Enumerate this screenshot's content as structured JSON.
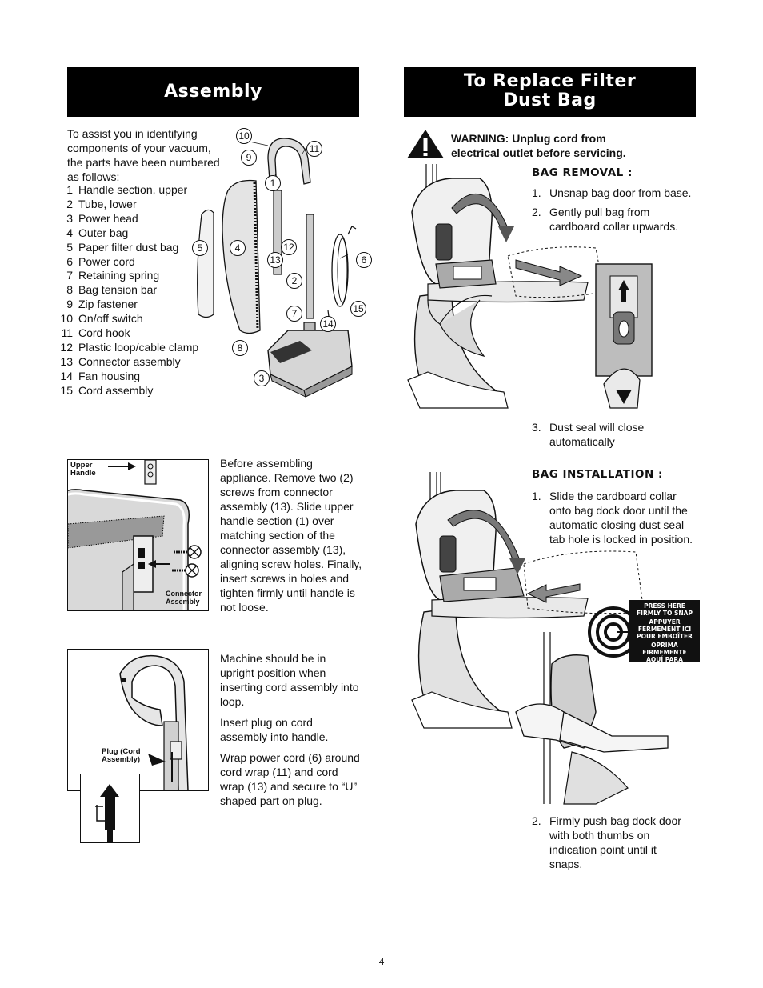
{
  "assembly": {
    "title": "Assembly",
    "intro": "To assist you in identifying components of your vacuum, the parts have been numbered as follows:",
    "parts": [
      {
        "num": "1",
        "name": "Handle section, upper"
      },
      {
        "num": "2",
        "name": "Tube, lower"
      },
      {
        "num": "3",
        "name": "Power head"
      },
      {
        "num": "4",
        "name": "Outer bag"
      },
      {
        "num": "5",
        "name": "Paper filter dust bag"
      },
      {
        "num": "6",
        "name": "Power cord"
      },
      {
        "num": "7",
        "name": "Retaining spring"
      },
      {
        "num": "8",
        "name": "Bag tension bar"
      },
      {
        "num": "9",
        "name": "Zip fastener"
      },
      {
        "num": "10",
        "name": "On/off switch"
      },
      {
        "num": "11",
        "name": "Cord hook"
      },
      {
        "num": "12",
        "name": "Plastic loop/cable clamp"
      },
      {
        "num": "13",
        "name": "Connector assembly"
      },
      {
        "num": "14",
        "name": "Fan housing"
      },
      {
        "num": "15",
        "name": "Cord assembly"
      }
    ],
    "callouts": [
      "10",
      "9",
      "11",
      "1",
      "5",
      "4",
      "12",
      "13",
      "6",
      "2",
      "7",
      "15",
      "14",
      "8",
      "3"
    ],
    "handle_instructions": "Before assembling appliance. Remove two (2) screws from connector assembly (13). Slide upper handle section (1) over matching section of the connector assembly (13), aligning screw holes. Finally, insert screws in holes and tighten firmly until handle is not loose.",
    "handle_diagram": {
      "upper_label": "Upper Handle",
      "connector_label": "Connector Assembly"
    },
    "cord_instructions": [
      "Machine should be in upright position when inserting cord assembly into loop.",
      "Insert plug on cord assembly into handle.",
      "Wrap power cord (6) around cord wrap (11) and cord wrap (13) and secure to “U” shaped part on plug."
    ],
    "cord_diagram": {
      "plug_label": "Plug (Cord Assembly)"
    }
  },
  "replace": {
    "title_line1": "To Replace Filter",
    "title_line2": "Dust Bag",
    "warning": "WARNING: Unplug cord from electrical outlet before servicing.",
    "removal": {
      "heading": "BAG REMOVAL :",
      "steps": [
        {
          "n": "1.",
          "text": "Unsnap bag door from base."
        },
        {
          "n": "2.",
          "text": "Gently pull bag from cardboard collar upwards."
        }
      ],
      "step3": {
        "n": "3.",
        "text": "Dust seal will close automatically"
      }
    },
    "installation": {
      "heading": "BAG INSTALLATION :",
      "steps": [
        {
          "n": "1.",
          "text": "Slide the cardboard collar onto bag dock door until the automatic closing dust seal tab hole is locked in position."
        }
      ],
      "step2": {
        "n": "2.",
        "text": "Firmly push bag dock door with both thumbs on indication point until it snaps."
      },
      "press_label": {
        "en": "PRESS HERE FIRMLY TO SNAP",
        "fr": "APPUYER FERMEMENT ICI POUR EMBOÎTER",
        "es": "OPRIMA FIRMEMENTE AQUÍ PARA ENCAJAR A PRESION"
      }
    }
  },
  "page_number": "4"
}
